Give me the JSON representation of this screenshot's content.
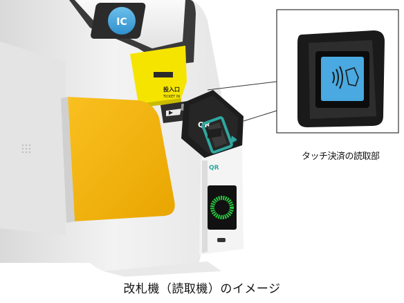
{
  "gate": {
    "ic_card_label": "IC",
    "ticket_slot_label": "投入口",
    "ticket_slot_sublabel": "TICKET IN",
    "qr_reader_label": "QR",
    "qr_panel_label": "QR"
  },
  "callout": {
    "label": "タッチ決済の読取部"
  },
  "caption": "改札機（読取機）のイメージ",
  "colors": {
    "gate_yellow": "#F7B500",
    "slot_yellow": "#F5E400",
    "qr_teal": "#2FA7A0",
    "screen_blue": "#49A9E0",
    "led_green": "#27C93F"
  }
}
